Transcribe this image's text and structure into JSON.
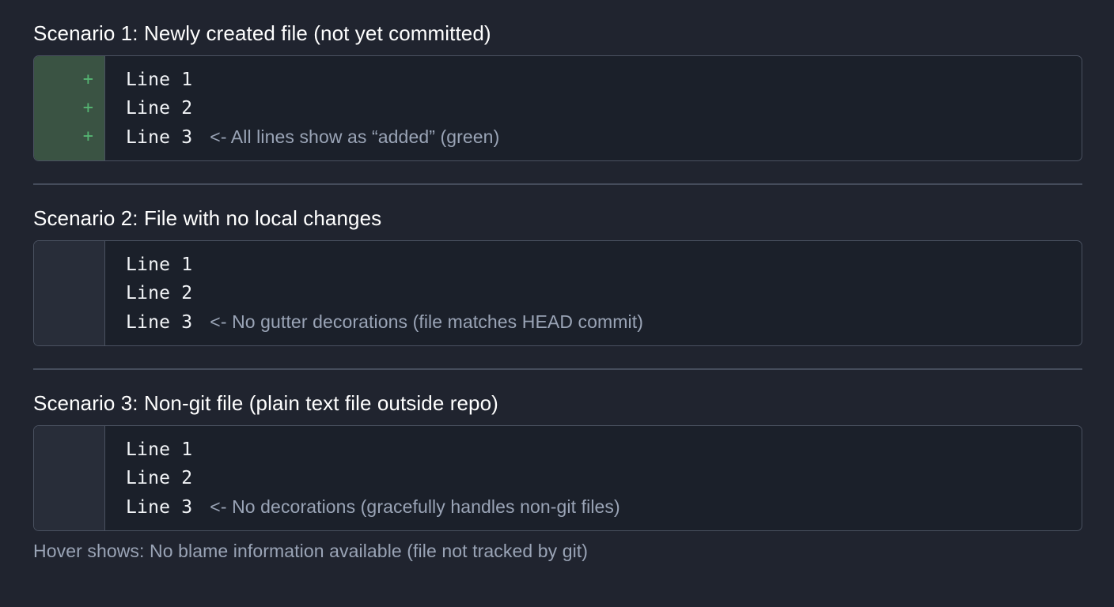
{
  "theme": {
    "page_background": "#20242f",
    "code_background": "#1b202a",
    "border": "#4a5160",
    "added_gutter_background": "#3a5343",
    "plain_gutter_background": "#282d39",
    "added_marker_color": "#55b472",
    "title_color": "#ffffff",
    "code_text_color": "#f2f4f7",
    "annotation_color": "#9aa4b6",
    "divider_color": "#454c5b"
  },
  "scenarios": [
    {
      "title": "Scenario 1: Newly created file (not yet committed)",
      "gutter_state": "added",
      "lines": [
        {
          "marker": "+",
          "text": "Line 1",
          "annotation": ""
        },
        {
          "marker": "+",
          "text": "Line 2",
          "annotation": ""
        },
        {
          "marker": "+",
          "text": "Line 3",
          "annotation": "<- All lines show as “added” (green)"
        }
      ]
    },
    {
      "title": "Scenario 2: File with no local changes",
      "gutter_state": "plain",
      "lines": [
        {
          "marker": "",
          "text": "Line 1",
          "annotation": ""
        },
        {
          "marker": "",
          "text": "Line 2",
          "annotation": ""
        },
        {
          "marker": "",
          "text": "Line 3",
          "annotation": "<- No gutter decorations (file matches HEAD commit)"
        }
      ]
    },
    {
      "title": "Scenario 3: Non-git file (plain text file outside repo)",
      "gutter_state": "plain",
      "lines": [
        {
          "marker": "",
          "text": "Line 1",
          "annotation": ""
        },
        {
          "marker": "",
          "text": "Line 2",
          "annotation": ""
        },
        {
          "marker": "",
          "text": "Line 3",
          "annotation": "<- No decorations (gracefully handles non-git files)"
        }
      ]
    }
  ],
  "footer": {
    "note": "Hover shows: No blame information available (file not tracked by git)"
  }
}
